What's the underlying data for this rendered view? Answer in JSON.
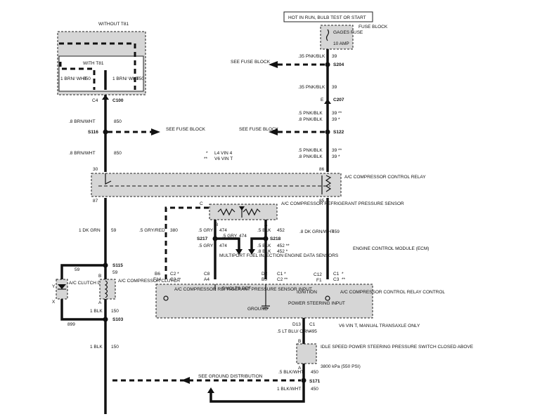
{
  "top_left": {
    "without_t81": "WITHOUT T81",
    "with_t81": "WITH T81",
    "wire_left": "1 BRN/ WHT",
    "wire_left_circuit": "850",
    "wire_right": "1 BRN/ WHT",
    "wire_right_circuit": "850"
  },
  "left_column": {
    "c4": "C4",
    "c100": "C100",
    "brn_wht_1": ".8 BRN/WHT",
    "brn_wht_1_circuit": "850",
    "s116": "S116",
    "see_fuse_block_1": "SEE FUSE BLOCK",
    "brn_wht_2": ".8 BRN/WHT",
    "brn_wht_2_circuit": "850",
    "pin_30": "30",
    "pin_87": "87",
    "dk_grn": "1 DK GRN",
    "dk_grn_circuit": "59",
    "s115": "S115",
    "s115_circuit": "59",
    "circuit_59b": "59",
    "a_clutch_diode": "A/C CLUTCH DIODE",
    "a_compressor_clutch": "A/C COMPRESSOR CLUTCH",
    "y": "Y",
    "x": "X",
    "b": "B",
    "a": "A",
    "blk_1": "1 BLK",
    "blk_1_circuit": "150",
    "circuit_899": "899",
    "s103": "S103",
    "blk_2": "1 BLK",
    "blk_2_circuit": "150"
  },
  "legend": {
    "l4": "L4 VIN 4",
    "v6": "V6 VIN T",
    "star1": "*",
    "star2": "**"
  },
  "right_column": {
    "hot_in_run": "HOT IN RUN, BULB TEST OR START",
    "gages_fuse": "GAGES FUSE",
    "gages_amp": "10 AMP",
    "fuse_block": "FUSE BLOCK",
    "pnk_blk_1": ".35 PNK/BLK",
    "pnk_blk_1_circuit": "39",
    "see_fuse_block_2": "SEE FUSE BLOCK",
    "s204": "S204",
    "pnk_blk_2": ".35 PNK/BLK",
    "pnk_blk_2_circuit": "39",
    "e": "E",
    "c207": "C207",
    "pnk_blk_3": ".5 PNK/BLK",
    "pnk_blk_3_circuit": "39 **",
    "pnk_blk_4": ".8 PNK/BLK",
    "pnk_blk_4_circuit": "39 *",
    "see_fuse_block_3": "SEE FUSE BLOCK",
    "s122": "S122",
    "pnk_blk_5": ".5 PNK/BLK",
    "pnk_blk_5_circuit": "39 **",
    "pnk_blk_6": ".8 PNK/BLK",
    "pnk_blk_6_circuit": "39 *",
    "pin_86": "86",
    "pin_85": "85",
    "relay_label": "A/C COMPRESSOR CONTROL RELAY",
    "dk_grn_wht": ".8 DK GRN/WHT",
    "dk_grn_wht_circuit": "459",
    "c1_1": "C1",
    "c1_2": "C3",
    "f1": "F1",
    "c12": "C12",
    "star_a": "*",
    "star_b": "**"
  },
  "middle": {
    "sensor_c": "C",
    "sensor_label": "A/C COMPRESSOR REFRIGERANT PRESSURE SENSOR",
    "sensor_b": "B",
    "sensor_a": "A",
    "gry_red": ".5 GRY/RED",
    "gry_red_circuit": "380",
    "gry_1": ".5 GRY",
    "gry_1_circuit": "474",
    "blk_1": ".5 BLK",
    "blk_1_circuit": "452",
    "s217": "S217",
    "gry_2": ".5 GRY",
    "gry_2_circuit": "474",
    "s218": "S218",
    "gry_3": ".5 GRY",
    "gry_3_circuit": "474",
    "blk_2": ".5 BLK",
    "blk_2_circuit": "452 **",
    "blk_3": ".8 BLK",
    "blk_3_circuit": "452 *",
    "multiport": "MULTIPORT FUEL INJECTION ENGINE DATA SENSORS",
    "b6": "B6",
    "f14": "F14",
    "c2_1": "C2 *",
    "c3_1": "C3 **",
    "c8": "C8",
    "a4": "A4",
    "d2": "D2",
    "b5": "B5",
    "c1_3": "C1 *",
    "c2_2": "C2 **"
  },
  "ecm": {
    "title": "ENGINE CONTROL MODULE (ECM)",
    "sensor_input": "A/C COMPRESSOR REFRIGERANT PRESSURE SENSOR INPUT",
    "five_volts": "5 VOLTS REF",
    "ground": "GROUND",
    "ignition": "IGNITION",
    "ps_input": "POWER STEERING INPUT",
    "relay_control": "A/C COMPRESSOR CONTROL RELAY CONTROL"
  },
  "bottom_right": {
    "d13": "D13",
    "c1": "C1",
    "lt_blu": ".5 LT BLU/ ORN",
    "lt_blu_circuit": "495",
    "v6_note": "V6 VIN T, MANUAL TRANSAXLE ONLY",
    "b": "B",
    "a": "A",
    "switch_label": "IDLE SPEED POWER STEERING PRESSURE SWITCH CLOSED ABOVE",
    "switch_value": "3800 kPa (550 PSI)",
    "blk_wht_1": ".5 BLK/WHT",
    "blk_wht_1_circuit": "450",
    "s171": "S171",
    "see_ground": "SEE GROUND DISTRIBUTION",
    "blk_wht_2": "1 BLK/WHT",
    "blk_wht_2_circuit": "450"
  }
}
